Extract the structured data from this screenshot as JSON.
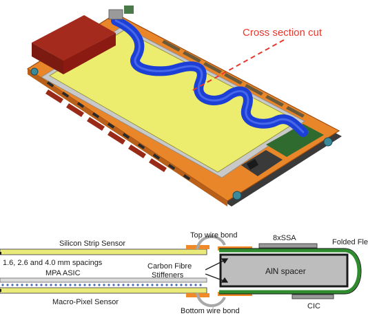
{
  "module_view": {
    "cut_label": "Cross section cut",
    "colors": {
      "frame": "#e9862a",
      "frame_dark": "#b8601a",
      "sensor": "#ecec6e",
      "flex": "#1c3fd6",
      "block": "#8b1a12",
      "cut_red": "#e8372c",
      "pcb_green": "#2f6b2f"
    }
  },
  "cross_section": {
    "labels": {
      "silicon_strip_sensor": "Silicon Strip Sensor",
      "spacings": "1.6, 2.6 and 4.0 mm spacings",
      "mpa_asic": "MPA ASIC",
      "macro_pixel_sensor": "Macro-Pixel Sensor",
      "top_wire_bond": "Top wire bond",
      "bottom_wire_bond": "Bottom wire bond",
      "carbon_fibre_stiffeners_1": "Carbon Fibre",
      "carbon_fibre_stiffeners_2": "Stiffeners",
      "ssa": "8xSSA",
      "aln_spacer": "AlN spacer",
      "cic": "CIC",
      "folded_flex": "Folded Fle"
    },
    "colors": {
      "sensor": "#eaea7a",
      "stiffener": "#f08a28",
      "spacer": "#bdbdbd",
      "chip": "#9a9a9a",
      "flex": "#2e8b2e",
      "bond": "#a8a8a8"
    }
  }
}
